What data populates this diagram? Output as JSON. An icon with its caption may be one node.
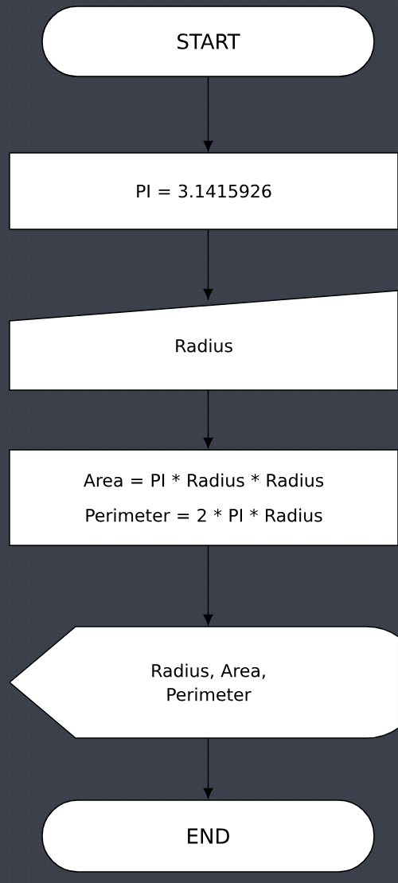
{
  "diagram": {
    "nodes": [
      {
        "text": [
          "START"
        ]
      },
      {
        "text": [
          "PI = 3.1415926"
        ]
      },
      {
        "text": [
          "Radius"
        ]
      },
      {
        "text": [
          "Area = PI * Radius * Radius",
          "Perimeter = 2 * PI * Radius"
        ]
      },
      {
        "text": [
          "Radius, Area, Perimeter"
        ]
      },
      {
        "text": [
          "END"
        ]
      }
    ],
    "edges": [
      {
        "from": 0,
        "to": 1,
        "arrow": "to"
      },
      {
        "from": 1,
        "to": 2,
        "arrow": "to"
      },
      {
        "from": 2,
        "to": 3,
        "arrow": "to"
      },
      {
        "from": 3,
        "to": 4,
        "arrow": "to"
      },
      {
        "from": 4,
        "to": 5,
        "arrow": "to"
      }
    ]
  }
}
